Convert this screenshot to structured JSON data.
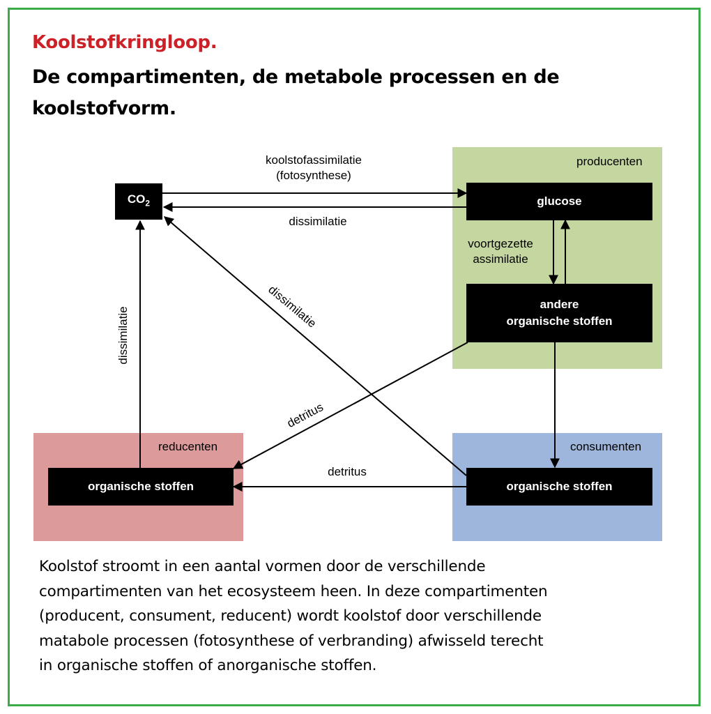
{
  "heading": {
    "title": "Koolstofkringloop.",
    "subtitle_line1": "De compartimenten, de metabole processen en de",
    "subtitle_line2": "koolstofvorm."
  },
  "colors": {
    "frame": "#3bab4a",
    "title_red": "#cc2127",
    "producenten_bg": "#c4d7a0",
    "reducenten_bg": "#dc9a9a",
    "consumenten_bg": "#9eb6db",
    "node_bg": "#000000"
  },
  "regions": {
    "producenten": "producenten",
    "reducenten": "reducenten",
    "consumenten": "consumenten"
  },
  "nodes": {
    "co2_main": "CO",
    "co2_sub": "2",
    "glucose": "glucose",
    "andere_line1": "andere",
    "andere_line2": "organische stoffen",
    "reducenten_stoffen": "organische stoffen",
    "consumenten_stoffen": "organische stoffen"
  },
  "edges": {
    "koolstofassimilatie_line1": "koolstofassimilatie",
    "koolstofassimilatie_line2": "(fotosynthese)",
    "dissimilatie_top": "dissimilatie",
    "voortgezette_line1": "voortgezette",
    "voortgezette_line2": "assimilatie",
    "dissimilatie_diagonal": "dissimilatie",
    "dissimilatie_vertical": "dissimilatie",
    "detritus_diagonal": "detritus",
    "detritus_bottom": "detritus"
  },
  "paragraph": [
    "Koolstof stroomt in een aantal vormen door de verschillende",
    "compartimenten van het ecosysteem heen. In deze compartimenten",
    "(producent, consument, reducent) wordt koolstof door verschillende",
    "matabole processen (fotosynthese of verbranding) afwisseld terecht",
    "in organische stoffen of anorganische stoffen."
  ]
}
